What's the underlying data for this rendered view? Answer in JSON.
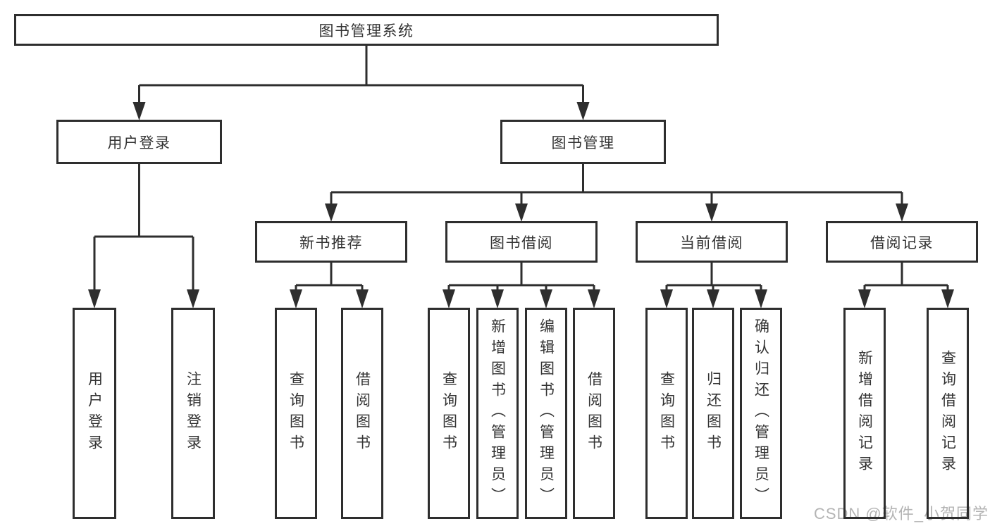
{
  "nodes": {
    "root": {
      "label": "图书管理系统"
    },
    "user_login": {
      "label": "用户登录"
    },
    "book_mgmt": {
      "label": "图书管理"
    },
    "new_book_rec": {
      "label": "新书推荐"
    },
    "book_borrow": {
      "label": "图书借阅"
    },
    "current_borrow": {
      "label": "当前借阅"
    },
    "borrow_record": {
      "label": "借阅记录"
    },
    "leaf_user_login": {
      "label": "用户登录"
    },
    "leaf_logout": {
      "label": "注销登录"
    },
    "leaf_query_books_rec": {
      "label": "查询图书"
    },
    "leaf_borrow_books_rec": {
      "label": "借阅图书"
    },
    "leaf_query_books_borrow": {
      "label": "查询图书"
    },
    "leaf_add_books_admin": {
      "label": "新增图书（管理员）"
    },
    "leaf_edit_books_admin": {
      "label": "编辑图书（管理员）"
    },
    "leaf_borrow_books_borrow": {
      "label": "借阅图书"
    },
    "leaf_query_books_current": {
      "label": "查询图书"
    },
    "leaf_return_books": {
      "label": "归还图书"
    },
    "leaf_confirm_return_admin": {
      "label": "确认归还（管理员）"
    },
    "leaf_add_borrow_record": {
      "label": "新增借阅记录"
    },
    "leaf_query_borrow_record": {
      "label": "查询借阅记录"
    }
  },
  "watermark": {
    "text": "CSDN @软件_小贺同学"
  },
  "colors": {
    "line": "#2e2e2e",
    "text": "#333333",
    "watermark": "#b4b4b4",
    "background": "#ffffff"
  }
}
